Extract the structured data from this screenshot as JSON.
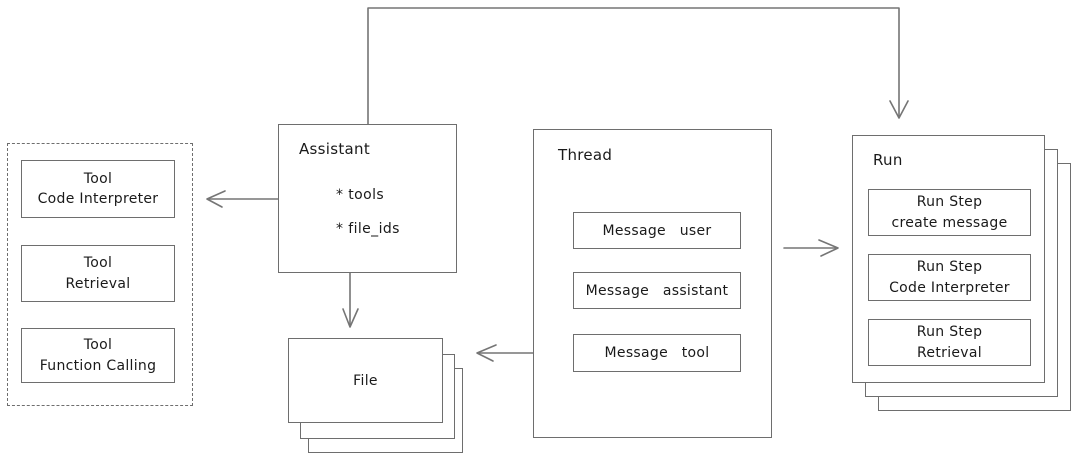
{
  "diagram": {
    "colors": {
      "stroke": "#6e6e6e",
      "arrow": "#757575",
      "text": "#1a1a1a",
      "background": "#ffffff"
    },
    "tools_group": {
      "items": [
        {
          "line1": "Tool",
          "line2": "Code Interpreter"
        },
        {
          "line1": "Tool",
          "line2": "Retrieval"
        },
        {
          "line1": "Tool",
          "line2": "Function Calling"
        }
      ]
    },
    "assistant": {
      "title": "Assistant",
      "fields": [
        "* tools",
        "* file_ids"
      ]
    },
    "file": {
      "label": "File"
    },
    "thread": {
      "title": "Thread",
      "messages": [
        "Message user",
        "Message assistant",
        "Message tool"
      ]
    },
    "run": {
      "title": "Run",
      "steps": [
        {
          "line1": "Run Step",
          "line2": "create message"
        },
        {
          "line1": "Run Step",
          "line2": "Code Interpreter"
        },
        {
          "line1": "Run Step",
          "line2": "Retrieval"
        }
      ]
    },
    "connectors": [
      "assistant-to-run",
      "assistant-to-tools",
      "assistant-to-file",
      "thread-to-run",
      "message-tool-to-file"
    ]
  }
}
